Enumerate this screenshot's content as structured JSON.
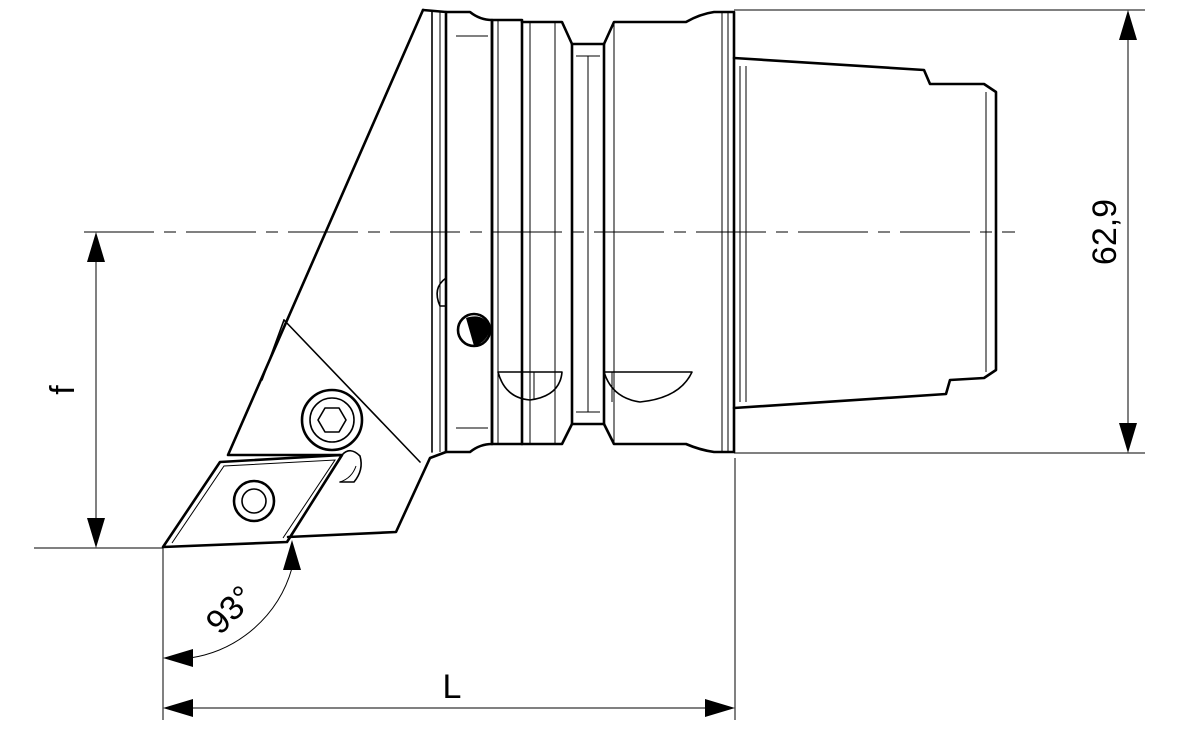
{
  "labels": {
    "height_dim": "62,9",
    "f_dim": "f",
    "length_dim": "L",
    "angle_dim": "93°"
  },
  "colors": {
    "line": "#000000",
    "background": "#ffffff"
  }
}
